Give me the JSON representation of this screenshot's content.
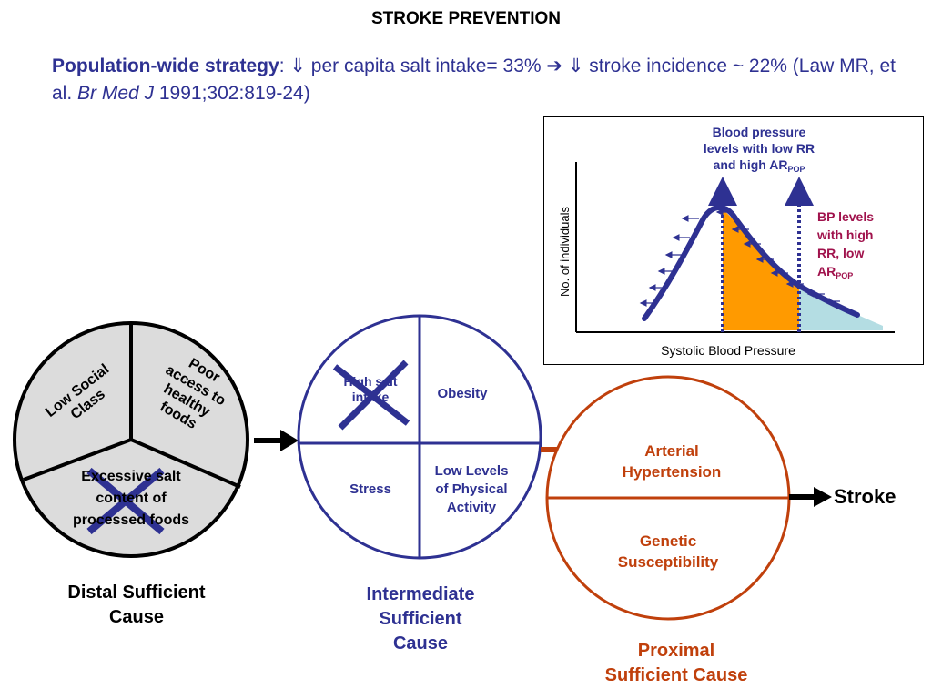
{
  "title": "STROKE PREVENTION",
  "strategy": {
    "label": "Population-wide strategy",
    "colon": ":",
    "part1": " ⇓ per capita salt intake= 33% ➔ ⇓ stroke incidence ~ 22% (Law MR, et al. ",
    "journal": "Br Med J",
    "citation": " 1991;302:819-24)"
  },
  "inset": {
    "low_rr_label_lines": [
      "Blood pressure",
      "levels with low RR",
      "and high AR"
    ],
    "low_rr_subscript": "POP",
    "high_rr_label_lines": [
      "BP levels",
      "with high",
      "RR, low",
      "AR"
    ],
    "high_rr_subscript": "POP",
    "y_axis_label": "No. of individuals",
    "x_axis_label": "Systolic Blood Pressure"
  },
  "distal": {
    "slice_low_social": [
      "Low Social",
      "Class"
    ],
    "slice_poor_access": [
      "Poor",
      "access to",
      "healthy",
      "foods"
    ],
    "slice_excessive_salt": [
      "Excessive salt",
      "content of",
      "processed foods"
    ],
    "caption": [
      "Distal Sufficient",
      "Cause"
    ]
  },
  "intermediate": {
    "high_salt": [
      "High salt",
      "intake"
    ],
    "obesity": "Obesity",
    "stress": "Stress",
    "low_activity": [
      "Low Levels",
      "of Physical",
      "Activity"
    ],
    "caption": [
      "Intermediate",
      "Sufficient",
      "Cause"
    ]
  },
  "proximal": {
    "hypertension": [
      "Arterial",
      "Hypertension"
    ],
    "genetic": [
      "Genetic",
      "Susceptibility"
    ],
    "caption": [
      "Proximal",
      "Sufficient Cause"
    ]
  },
  "outcome": "Stroke",
  "colors": {
    "navy": "#2e3192",
    "rust": "#c0400c",
    "maroon": "#a0124c",
    "orange_fill": "#ff9a00",
    "lightblue_fill": "#b4dde3",
    "pie_fill": "#dcdcdc"
  }
}
